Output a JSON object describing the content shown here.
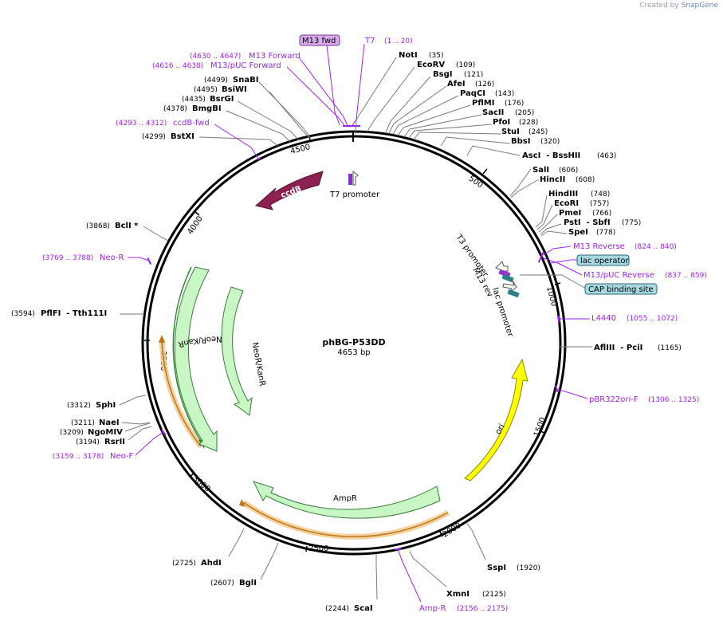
{
  "credit": {
    "prefix": "Created by",
    "brand": "SnapGene"
  },
  "plasmid": {
    "name": "phBG-P53DD",
    "length_label": "4653 bp",
    "length": 4653
  },
  "ticks": [
    "500",
    "1000",
    "1500",
    "2000",
    "2500",
    "3000",
    "3500",
    "4000",
    "4500"
  ],
  "features": {
    "ccdB": "ccdB",
    "t7_promoter": "T7 promoter",
    "neo1": "NeoR/KanR",
    "neo2": "NeoR/KanR",
    "ampr": "AmpR",
    "ori": "ori",
    "t3_promoter": "T3 promoter",
    "m13_rev": "M13 rev",
    "lac_promoter": "lac promoter"
  },
  "boxes": {
    "m13_fwd": "M13 fwd",
    "lac_operator": "lac operator",
    "cap_site": "CAP binding site"
  },
  "colors": {
    "ccdB": "#8b2252",
    "neo": "#c8f7c5",
    "ampr": "#c8f7c5",
    "ori": "#ffff00",
    "primer": "#a020f0",
    "orange_bar": "#f0a030",
    "box_purple": "#d9a9f0",
    "box_teal": "#a8d8e0"
  },
  "right_enzymes": [
    {
      "name": "NotI",
      "pos": "(35)"
    },
    {
      "name": "EcoRV",
      "pos": "(109)"
    },
    {
      "name": "BsgI",
      "pos": "(121)"
    },
    {
      "name": "AfeI",
      "pos": "(126)"
    },
    {
      "name": "PaqCI",
      "pos": "(143)"
    },
    {
      "name": "PflMI",
      "pos": "(176)"
    },
    {
      "name": "SacII",
      "pos": "(205)"
    },
    {
      "name": "PfoI",
      "pos": "(228)"
    },
    {
      "name": "StuI",
      "pos": "(245)"
    },
    {
      "name": "BbsI",
      "pos": "(320)"
    },
    {
      "name": "AscI  - BssHII",
      "pos": "(463)"
    },
    {
      "name": "SalI",
      "pos": "(606)"
    },
    {
      "name": "HincII",
      "pos": "(608)"
    },
    {
      "name": "HindIII",
      "pos": "(748)"
    },
    {
      "name": "EcoRI",
      "pos": "(757)"
    },
    {
      "name": "PmeI",
      "pos": "(766)"
    },
    {
      "name": "PstI  - SbfI",
      "pos": "(775)"
    },
    {
      "name": "SpeI",
      "pos": "(778)"
    },
    {
      "name": "AflIII  - PciI",
      "pos": "(1165)"
    },
    {
      "name": "SspI",
      "pos": "(1920)"
    },
    {
      "name": "XmnI",
      "pos": "(2125)"
    }
  ],
  "left_enzymes": [
    {
      "name": "SnaBI",
      "pos": "(4499)"
    },
    {
      "name": "BsiWI",
      "pos": "(4495)"
    },
    {
      "name": "BsrGI",
      "pos": "(4435)"
    },
    {
      "name": "BmgBI",
      "pos": "(4378)"
    },
    {
      "name": "BstXI",
      "pos": "(4299)"
    },
    {
      "name": "BclI *",
      "pos": "(3868)"
    },
    {
      "name": "PflFI  - Tth111I",
      "pos": "(3594)"
    },
    {
      "name": "SphI",
      "pos": "(3312)"
    },
    {
      "name": "NaeI",
      "pos": "(3211)"
    },
    {
      "name": "NgoMIV",
      "pos": "(3209)"
    },
    {
      "name": "RsrII",
      "pos": "(3194)"
    },
    {
      "name": "AhdI",
      "pos": "(2725)"
    },
    {
      "name": "BglI",
      "pos": "(2607)"
    },
    {
      "name": "ScaI",
      "pos": "(2244)"
    }
  ],
  "primers": [
    {
      "name": "T7",
      "pos": "(1 .. 20)"
    },
    {
      "name": "M13 Forward",
      "pos": "(4630 .. 4647)"
    },
    {
      "name": "M13/pUC Forward",
      "pos": "(4616 .. 4638)"
    },
    {
      "name": "ccdB-fwd",
      "pos": "(4293 .. 4312)"
    },
    {
      "name": "Neo-R",
      "pos": "(3769 .. 3788)"
    },
    {
      "name": "Neo-F",
      "pos": "(3159 .. 3178)"
    },
    {
      "name": "M13 Reverse",
      "pos": "(824 .. 840)"
    },
    {
      "name": "M13/pUC Reverse",
      "pos": "(837 .. 859)"
    },
    {
      "name": "L4440",
      "pos": "(1055 .. 1072)"
    },
    {
      "name": "pBR322ori-F",
      "pos": "(1306 .. 1325)"
    },
    {
      "name": "Amp-R",
      "pos": "(2156 .. 2175)"
    }
  ]
}
